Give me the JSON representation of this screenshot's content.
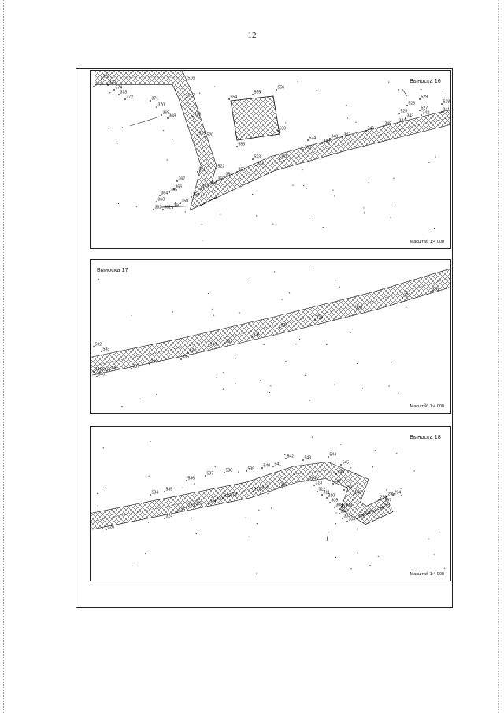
{
  "page": {
    "number": "12"
  },
  "insets": [
    {
      "title": "Выноска 16",
      "scale": "Масштаб 1:4 000",
      "labels": [
        "377",
        "376",
        "375",
        "374",
        "373",
        "372",
        "371",
        "370",
        "369",
        "368",
        "367",
        "366",
        "365",
        "364",
        "363",
        "362",
        "361",
        "360",
        "359",
        "358",
        "357",
        "356",
        "355",
        "354",
        "353",
        "352",
        "351",
        "350",
        "349",
        "348",
        "347",
        "346",
        "345",
        "344",
        "343",
        "342",
        "341",
        "516",
        "517",
        "518",
        "519",
        "520",
        "521",
        "522",
        "523",
        "524",
        "525",
        "526",
        "527",
        "528",
        "529",
        "530",
        "553",
        "554",
        "555",
        "556",
        "557"
      ]
    },
    {
      "title": "Выноска 17",
      "scale": "Масштаб 1:4 000",
      "labels": [
        "326",
        "327",
        "328",
        "329",
        "330",
        "331",
        "332",
        "333",
        "334",
        "335",
        "336",
        "337",
        "338",
        "339",
        "340",
        "341",
        "532",
        "533"
      ]
    },
    {
      "title": "Выноска 18",
      "scale": "Масштаб 1:4 000",
      "labels": [
        "326",
        "324",
        "325",
        "323",
        "322",
        "321",
        "320",
        "319",
        "318",
        "317",
        "316",
        "315",
        "314",
        "313",
        "312",
        "311",
        "310",
        "309",
        "308",
        "307",
        "306",
        "305",
        "304",
        "303",
        "302",
        "301",
        "300",
        "299",
        "298",
        "297",
        "296",
        "295",
        "294",
        "534",
        "535",
        "536",
        "537",
        "538",
        "539",
        "540",
        "541",
        "542",
        "543",
        "544",
        "545",
        "546",
        "547",
        "548",
        "549"
      ]
    }
  ]
}
